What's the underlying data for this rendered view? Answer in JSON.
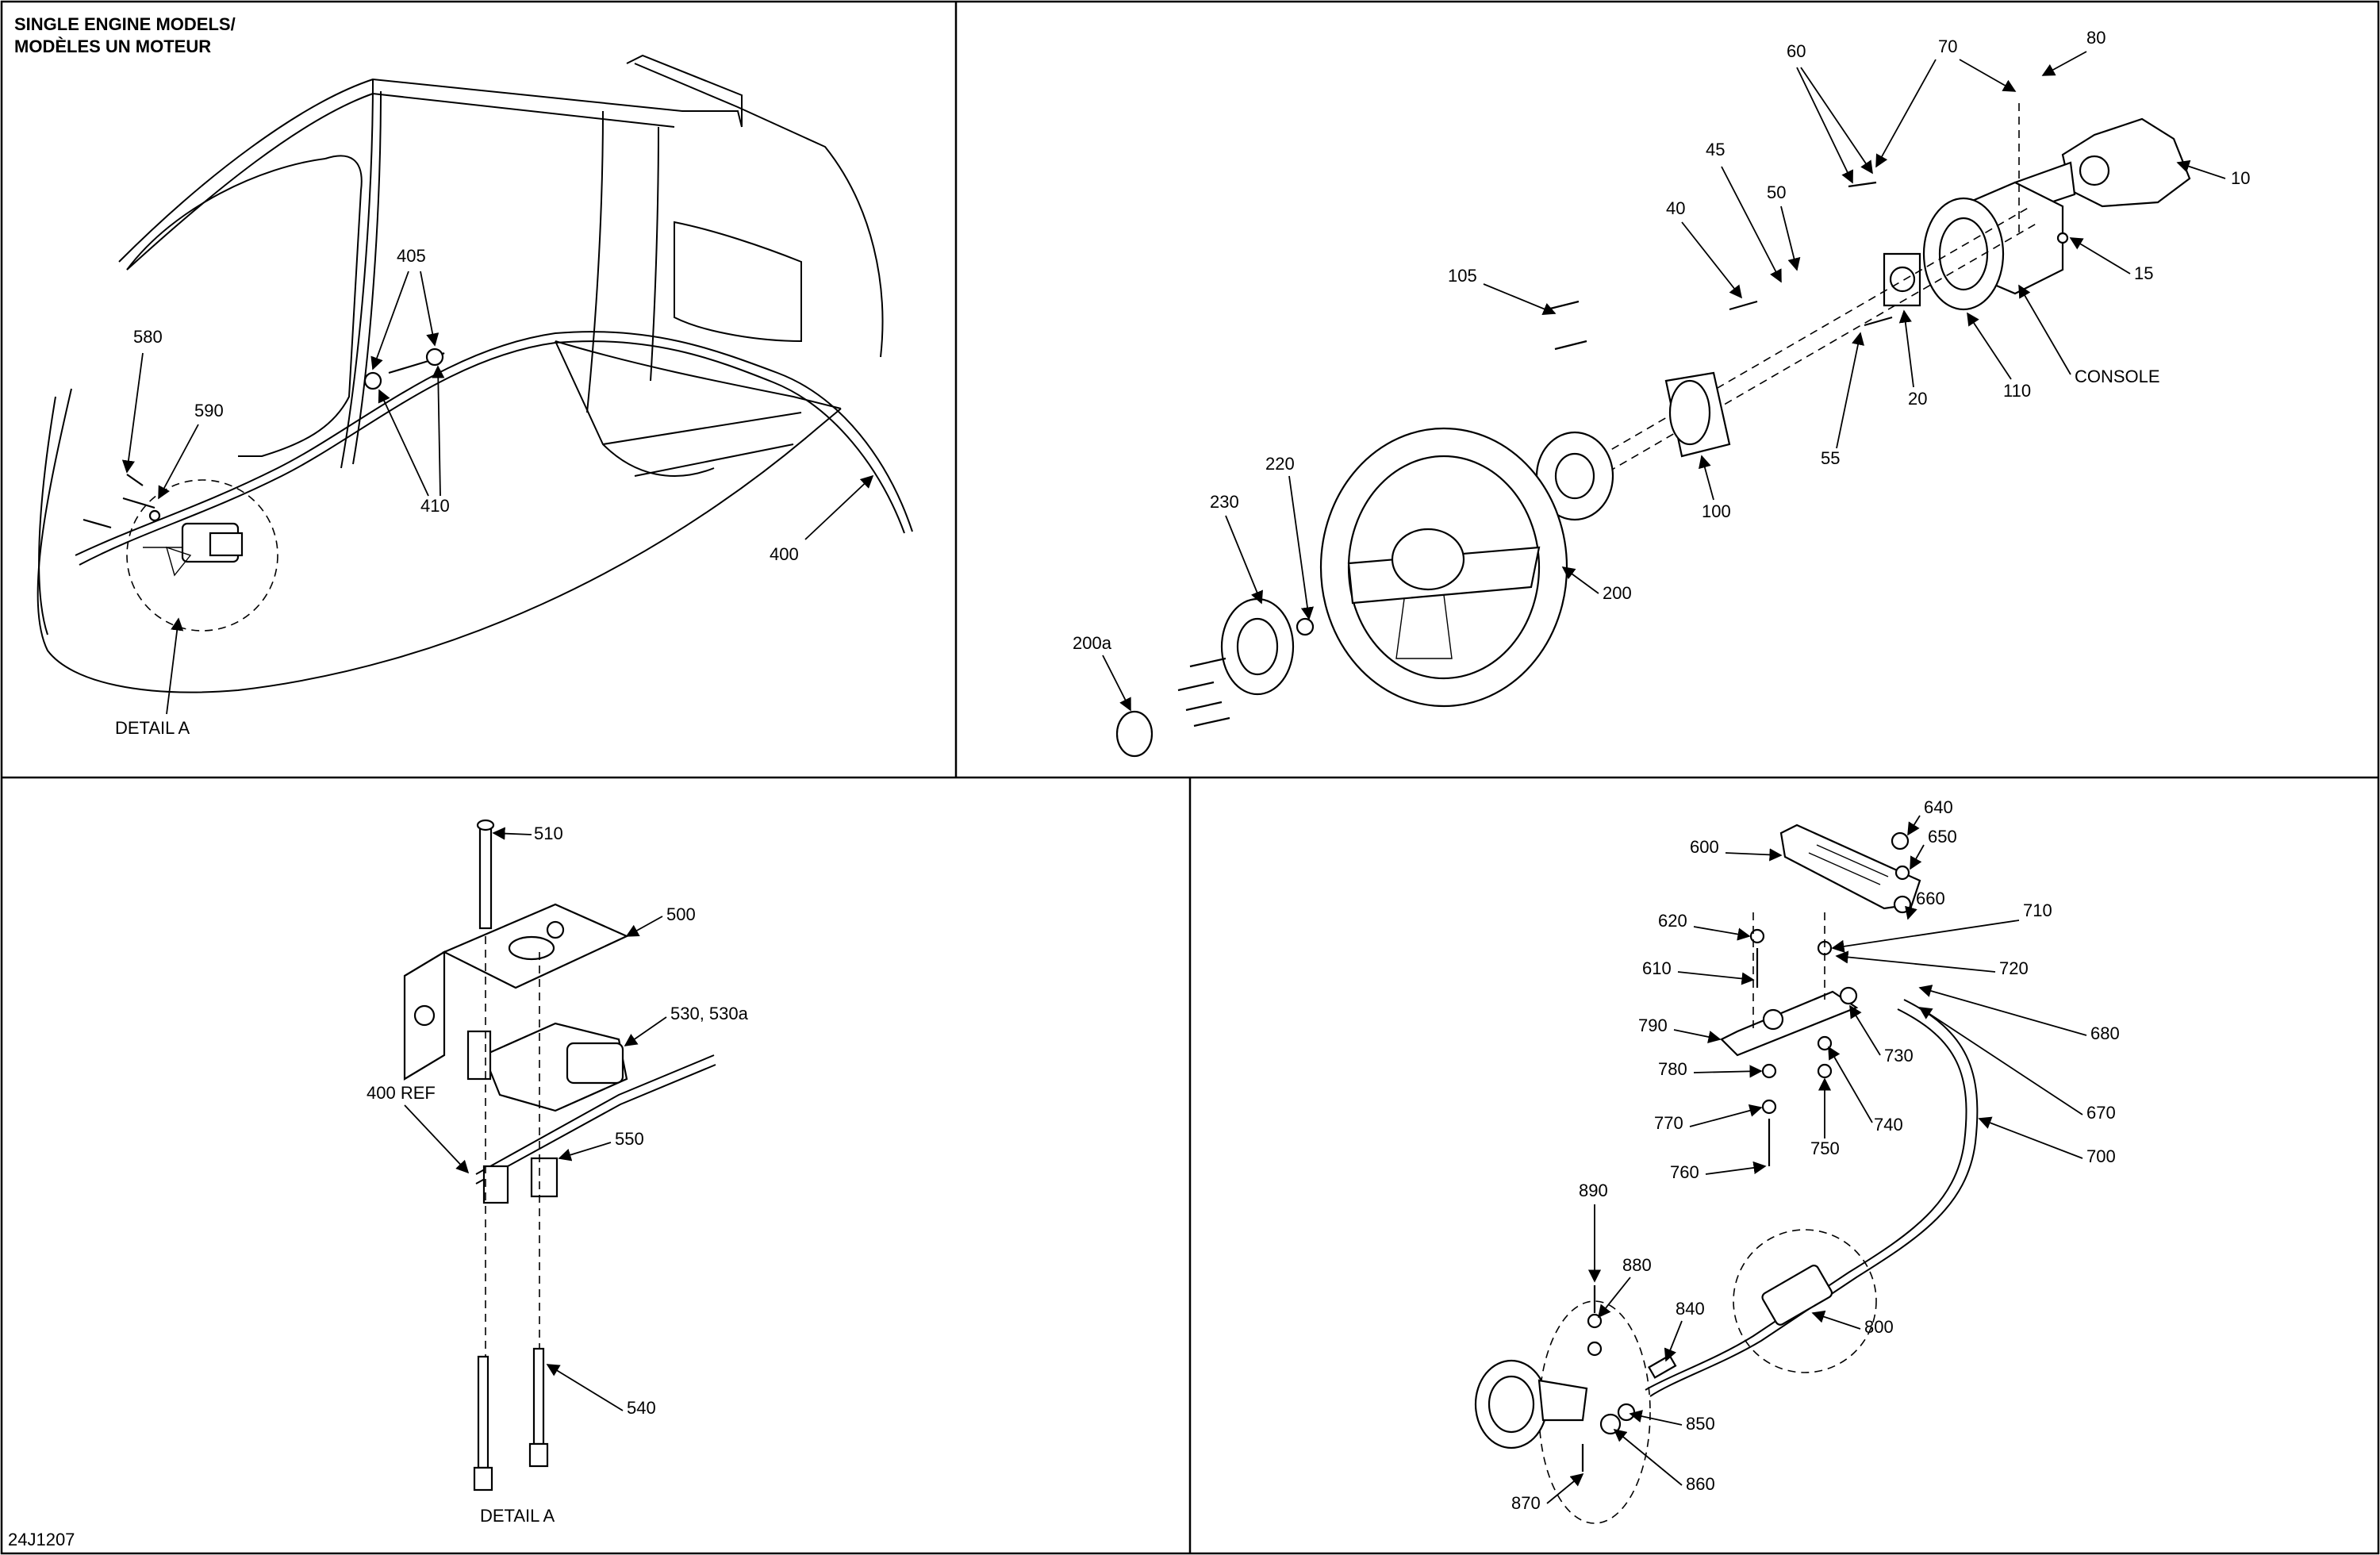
{
  "drawing_id": "24J1207",
  "panels": {
    "top_left": {
      "title_line1": "SINGLE ENGINE MODELS/",
      "title_line2": "MODÈLES UN MOTEUR",
      "caption": "DETAIL A",
      "callouts": [
        "580",
        "590",
        "405",
        "410",
        "400"
      ]
    },
    "top_right": {
      "callouts": [
        "60",
        "70",
        "80",
        "10",
        "15",
        "45",
        "50",
        "40",
        "105",
        "20",
        "110",
        "55",
        "100",
        "220",
        "230",
        "200",
        "200a"
      ],
      "console_label": "CONSOLE"
    },
    "bottom_left": {
      "callouts": [
        "510",
        "500",
        "530, 530a",
        "400 REF",
        "550",
        "540"
      ],
      "caption": "DETAIL A"
    },
    "bottom_right": {
      "callouts": [
        "640",
        "650",
        "600",
        "660",
        "710",
        "620",
        "720",
        "610",
        "680",
        "790",
        "730",
        "780",
        "740",
        "670",
        "770",
        "750",
        "700",
        "760",
        "890",
        "880",
        "840",
        "800",
        "850",
        "860",
        "870"
      ]
    }
  }
}
